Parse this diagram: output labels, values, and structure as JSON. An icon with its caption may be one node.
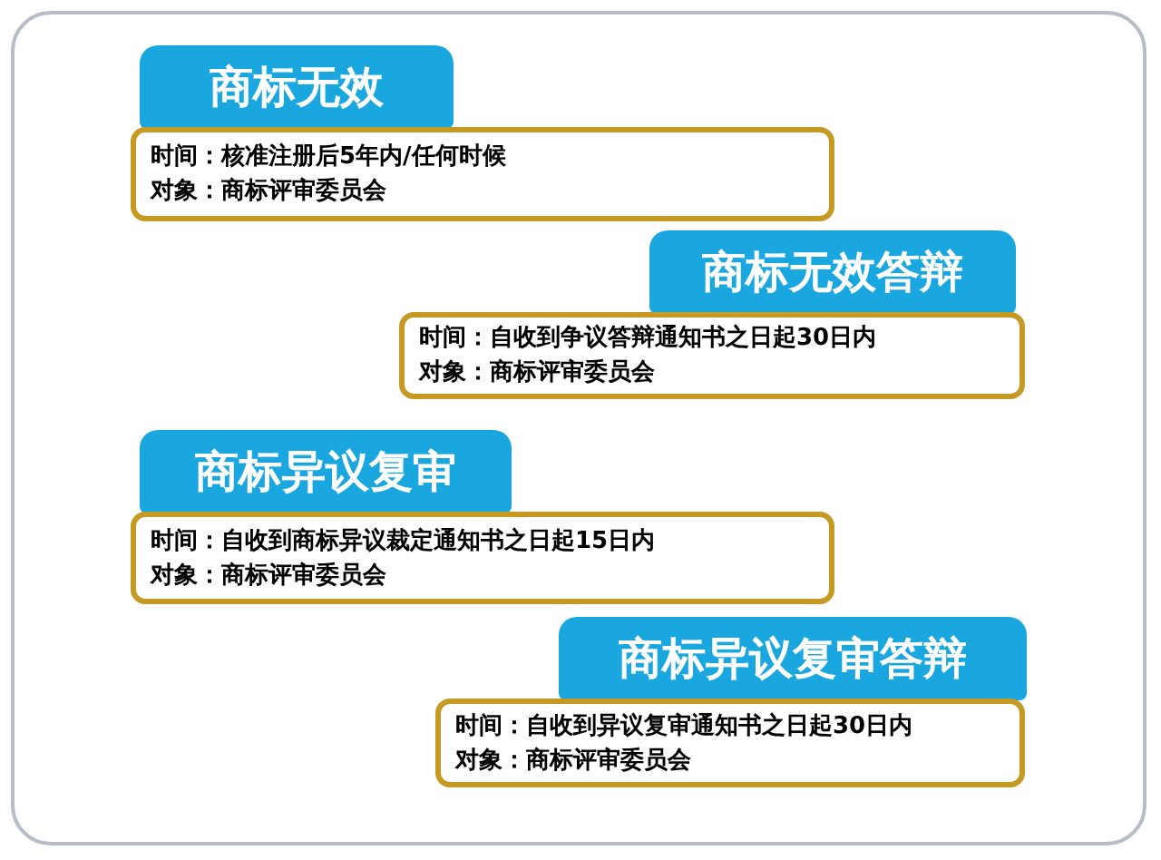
{
  "diagram": {
    "nodes": [
      {
        "text": [
          "商标无效"
        ]
      },
      {
        "text": [
          "时间：核准注册后5年内/任何时候",
          "对象：商标评审委员会"
        ]
      },
      {
        "text": [
          "商标无效答辩"
        ]
      },
      {
        "text": [
          "时间：自收到争议答辩通知书之日起30日内",
          "对象：商标评审委员会"
        ]
      },
      {
        "text": [
          "商标异议复审"
        ]
      },
      {
        "text": [
          "时间：自收到商标异议裁定通知书之日起15日内",
          "对象：商标评审委员会"
        ]
      },
      {
        "text": [
          "商标异议复审答辩"
        ]
      },
      {
        "text": [
          "时间：自收到异议复审通知书之日起30日内",
          "对象：商标评审委员会"
        ]
      }
    ]
  }
}
